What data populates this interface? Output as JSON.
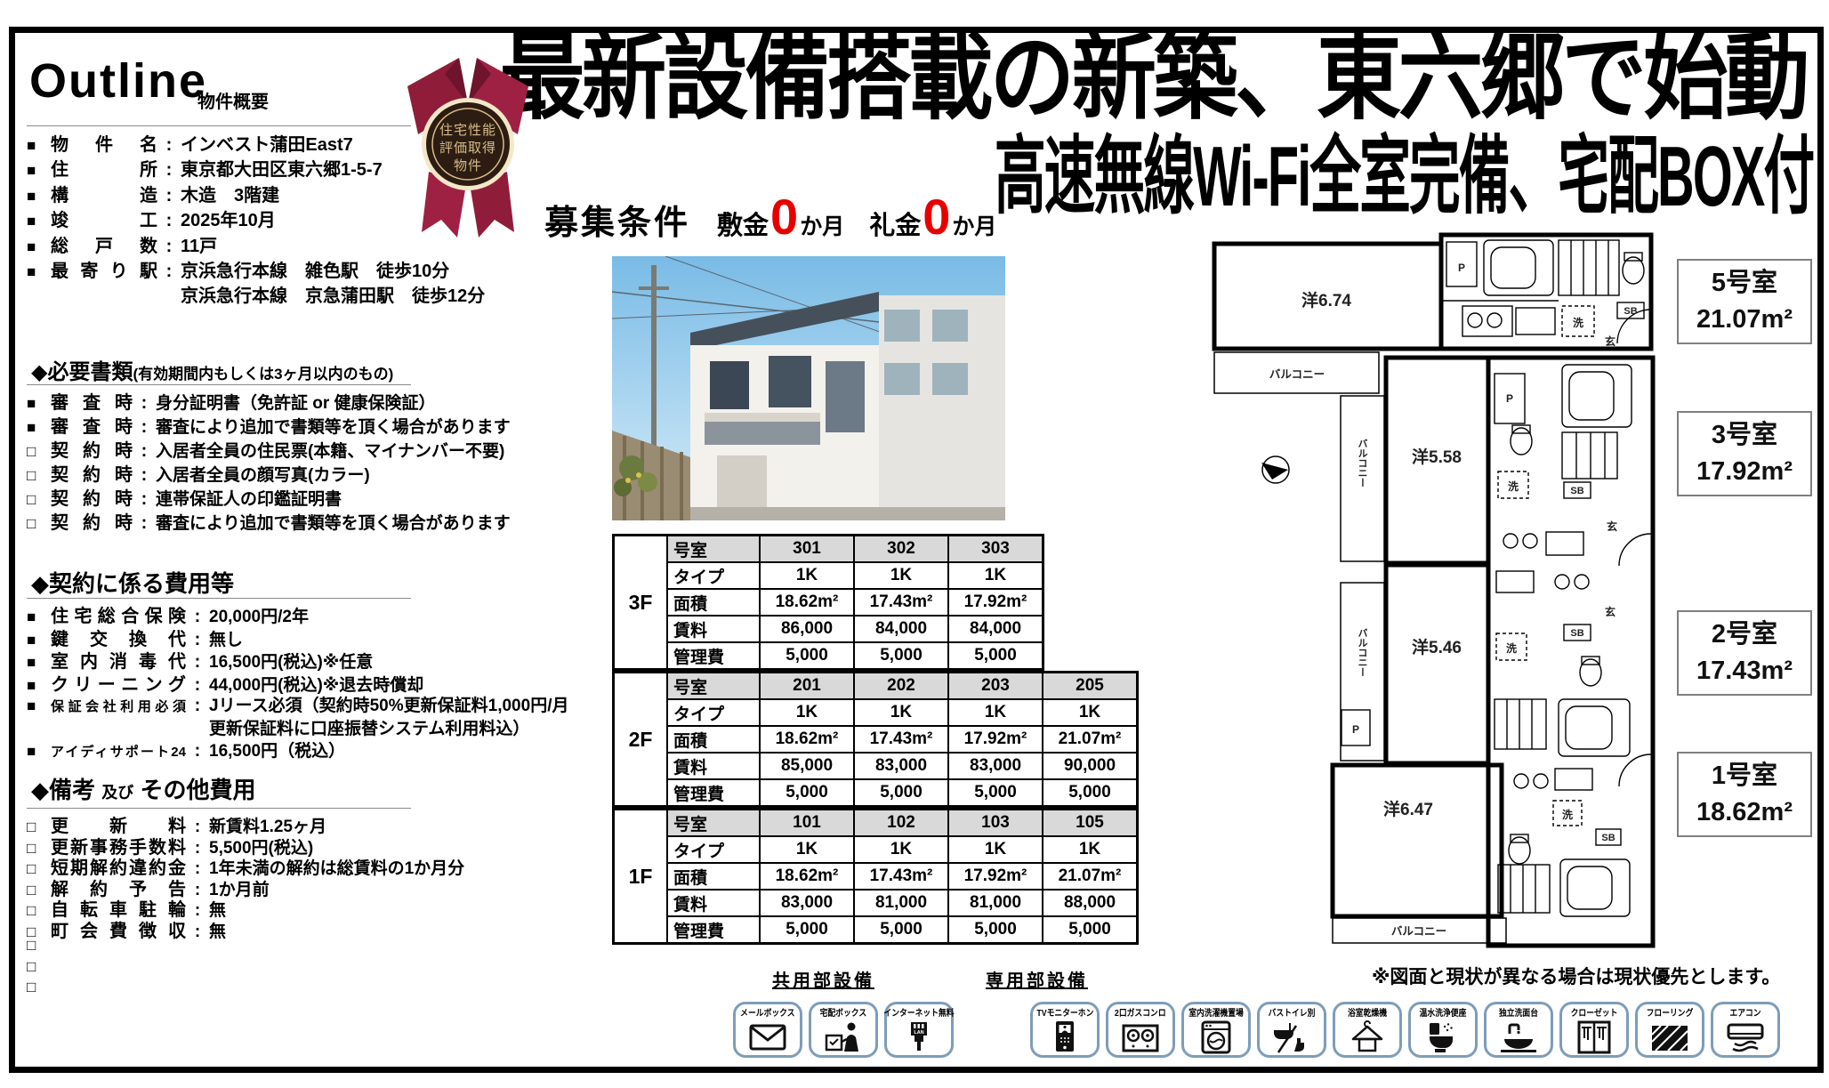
{
  "colors": {
    "accent_red": "#e60000",
    "table_header": "#d9d9d9",
    "icon_border": "#7d9db8",
    "ribbon": "#9e2143"
  },
  "headline": {
    "line1": "最新設備搭載の新築、東六郷で始動",
    "line2": "高速無線Wi-Fi全室完備、宅配BOX付"
  },
  "recruit": {
    "title": "募集条件",
    "items": [
      {
        "label": "敷金",
        "value": "0",
        "unit": "か月"
      },
      {
        "label": "礼金",
        "value": "0",
        "unit": "か月"
      }
    ]
  },
  "outline": {
    "title": "Outline",
    "subtitle": "物件概要",
    "badge": [
      "住宅性能",
      "評価取得",
      "物件"
    ],
    "rows": [
      {
        "b": "■",
        "label": "物件名",
        "colon": ":",
        "value": "インベスト蒲田East7"
      },
      {
        "b": "■",
        "label": "住所",
        "colon": ":",
        "value": "東京都大田区東六郷1-5-7"
      },
      {
        "b": "■",
        "label": "構造",
        "colon": ":",
        "value": "木造　3階建"
      },
      {
        "b": "■",
        "label": "竣工",
        "colon": ":",
        "value": "2025年10月"
      },
      {
        "b": "■",
        "label": "総戸数",
        "colon": ":",
        "value": "11戸"
      },
      {
        "b": "■",
        "label": "最寄り駅",
        "colon": ":",
        "value": "京浜急行本線　雑色駅　徒歩10分"
      },
      {
        "b": "",
        "label": "",
        "colon": "",
        "value": "京浜急行本線　京急蒲田駅　徒歩12分"
      }
    ]
  },
  "documents": {
    "heading": "◆必要書類",
    "note": "(有効期間内もしくは3ヶ月以内のもの)",
    "rows": [
      {
        "b": "■",
        "label": "審査時",
        "colon": ":",
        "value": "身分証明書（免許証 or 健康保険証）"
      },
      {
        "b": "■",
        "label": "審査時",
        "colon": ":",
        "value": "審査により追加で書類等を頂く場合があります"
      },
      {
        "b": "□",
        "label": "契約時",
        "colon": ":",
        "value": "入居者全員の住民票(本籍、マイナンバー不要)"
      },
      {
        "b": "□",
        "label": "契約時",
        "colon": ":",
        "value": "入居者全員の顔写真(カラー)"
      },
      {
        "b": "□",
        "label": "契約時",
        "colon": ":",
        "value": "連帯保証人の印鑑証明書"
      },
      {
        "b": "□",
        "label": "契約時",
        "colon": ":",
        "value": "審査により追加で書類等を頂く場合があります"
      }
    ]
  },
  "costs": {
    "heading": "◆契約に係る費用等",
    "rows": [
      {
        "b": "■",
        "label": "住宅総合保険",
        "colon": ":",
        "value": "20,000円/2年"
      },
      {
        "b": "■",
        "label": "鍵交換代",
        "colon": ":",
        "value": "無し"
      },
      {
        "b": "■",
        "label": "室内消毒代",
        "colon": ":",
        "value": "16,500円(税込)※任意"
      },
      {
        "b": "■",
        "label": "クリーニング",
        "colon": ":",
        "value": "44,000円(税込)※退去時償却"
      },
      {
        "b": "■",
        "label": "保証会社利用必須",
        "colon": ":",
        "value": "Jリース必須（契約時50%更新保証料1,000円/月",
        "small": true
      },
      {
        "b": "",
        "label": "",
        "colon": "",
        "value": "更新保証料に口座振替システム利用料込）"
      },
      {
        "b": "■",
        "label": "アイディサポート24",
        "colon": ":",
        "value": "16,500円（税込）",
        "small": true
      }
    ]
  },
  "remarks": {
    "heading": "◆備考",
    "heading2": "及び",
    "heading3": "その他費用",
    "rows": [
      {
        "b": "□",
        "label": "更新料",
        "colon": ":",
        "value": "新賃料1.25ヶ月"
      },
      {
        "b": "□",
        "label": "更新事務手数料",
        "colon": ":",
        "value": "5,500円(税込)"
      },
      {
        "b": "□",
        "label": "短期解約違約金",
        "colon": ":",
        "value": "1年未満の解約は総賃料の1か月分"
      },
      {
        "b": "□",
        "label": "解約予告",
        "colon": ":",
        "value": "1か月前"
      },
      {
        "b": "□",
        "label": "自転車駐輪",
        "colon": ":",
        "value": "無"
      },
      {
        "b": "□",
        "label": "町会費徴収",
        "colon": ":",
        "value": "無"
      },
      {
        "b": "□",
        "label": "",
        "colon": "",
        "value": ""
      },
      {
        "b": "□",
        "label": "",
        "colon": "",
        "value": ""
      },
      {
        "b": "□",
        "label": "",
        "colon": "",
        "value": ""
      }
    ]
  },
  "unit_tables": {
    "row_labels": [
      "号室",
      "タイプ",
      "面積",
      "賃料",
      "管理費"
    ],
    "floors": [
      {
        "floor": "3F",
        "units": [
          {
            "no": "301",
            "type": "1K",
            "area": "18.62m²",
            "rent": "86,000",
            "fee": "5,000"
          },
          {
            "no": "302",
            "type": "1K",
            "area": "17.43m²",
            "rent": "84,000",
            "fee": "5,000"
          },
          {
            "no": "303",
            "type": "1K",
            "area": "17.92m²",
            "rent": "84,000",
            "fee": "5,000"
          }
        ]
      },
      {
        "floor": "2F",
        "units": [
          {
            "no": "201",
            "type": "1K",
            "area": "18.62m²",
            "rent": "85,000",
            "fee": "5,000"
          },
          {
            "no": "202",
            "type": "1K",
            "area": "17.43m²",
            "rent": "83,000",
            "fee": "5,000"
          },
          {
            "no": "203",
            "type": "1K",
            "area": "17.92m²",
            "rent": "83,000",
            "fee": "5,000"
          },
          {
            "no": "205",
            "type": "1K",
            "area": "21.07m²",
            "rent": "90,000",
            "fee": "5,000"
          }
        ]
      },
      {
        "floor": "1F",
        "units": [
          {
            "no": "101",
            "type": "1K",
            "area": "18.62m²",
            "rent": "83,000",
            "fee": "5,000"
          },
          {
            "no": "102",
            "type": "1K",
            "area": "17.43m²",
            "rent": "81,000",
            "fee": "5,000"
          },
          {
            "no": "103",
            "type": "1K",
            "area": "17.92m²",
            "rent": "81,000",
            "fee": "5,000"
          },
          {
            "no": "105",
            "type": "1K",
            "area": "21.07m²",
            "rent": "88,000",
            "fee": "5,000"
          }
        ]
      }
    ]
  },
  "facilities": {
    "common": {
      "heading": "共用部設備",
      "items": [
        {
          "label": "メールボックス",
          "icon": "mailbox"
        },
        {
          "label": "宅配ボックス",
          "icon": "delivery"
        },
        {
          "label": "インターネット無料",
          "icon": "lan"
        }
      ]
    },
    "private": {
      "heading": "専用部設備",
      "items": [
        {
          "label": "TVモニターホン",
          "icon": "tvphone"
        },
        {
          "label": "2口ガスコンロ",
          "icon": "stove"
        },
        {
          "label": "室内洗濯機置場",
          "icon": "washer"
        },
        {
          "label": "バストイレ別",
          "icon": "bathtoilet"
        },
        {
          "label": "浴室乾燥機",
          "icon": "dryer"
        },
        {
          "label": "温水洗浄便座",
          "icon": "washlet"
        },
        {
          "label": "独立洗面台",
          "icon": "vanity"
        },
        {
          "label": "クローゼット",
          "icon": "closet"
        },
        {
          "label": "フローリング",
          "icon": "flooring"
        },
        {
          "label": "エアコン",
          "icon": "aircon"
        }
      ]
    }
  },
  "floorplan": {
    "note": "※図面と現状が異なる場合は現状優先とします。",
    "rooms": {
      "r674": "洋6.74",
      "r558": "洋5.58",
      "r546": "洋5.46",
      "r647": "洋6.47"
    },
    "labels": {
      "balcony": "バルコニー",
      "wash": "洗",
      "entry": "玄",
      "sb": "SB",
      "p": "P"
    },
    "units": [
      {
        "name": "5号室",
        "area": "21.07m²"
      },
      {
        "name": "3号室",
        "area": "17.92m²"
      },
      {
        "name": "2号室",
        "area": "17.43m²"
      },
      {
        "name": "1号室",
        "area": "18.62m²"
      }
    ]
  }
}
